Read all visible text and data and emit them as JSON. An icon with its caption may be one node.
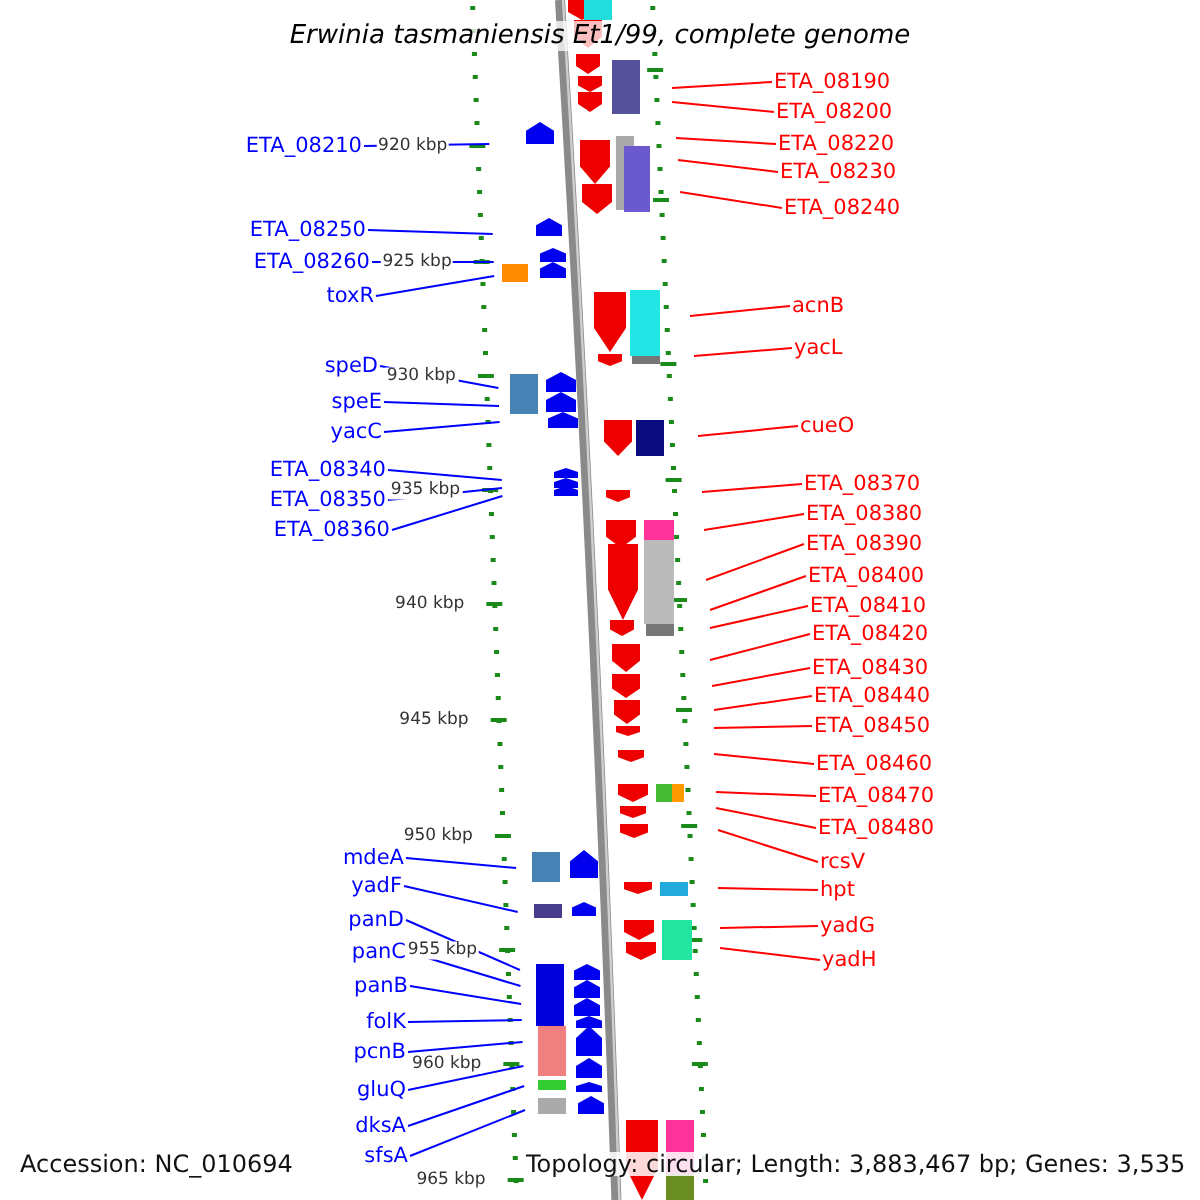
{
  "diagram": {
    "title": "Erwinia tasmaniensis Et1/99, complete genome",
    "nodes": [
      {
        "text": [
          "ETA_08210"
        ]
      },
      {
        "text": [
          "ETA_08250"
        ]
      },
      {
        "text": [
          "ETA_08260"
        ]
      },
      {
        "text": [
          "toxR"
        ]
      },
      {
        "text": [
          "speD"
        ]
      },
      {
        "text": [
          "speE"
        ]
      },
      {
        "text": [
          "yacC"
        ]
      },
      {
        "text": [
          "ETA_08340"
        ]
      },
      {
        "text": [
          "ETA_08350"
        ]
      },
      {
        "text": [
          "ETA_08360"
        ]
      },
      {
        "text": [
          "mdeA"
        ]
      },
      {
        "text": [
          "yadF"
        ]
      },
      {
        "text": [
          "panD"
        ]
      },
      {
        "text": [
          "panC"
        ]
      },
      {
        "text": [
          "panB"
        ]
      },
      {
        "text": [
          "folK"
        ]
      },
      {
        "text": [
          "pcnB"
        ]
      },
      {
        "text": [
          "gluQ"
        ]
      },
      {
        "text": [
          "dksA"
        ]
      },
      {
        "text": [
          "sfsA"
        ]
      },
      {
        "text": [
          "ETA_08190"
        ]
      },
      {
        "text": [
          "ETA_08200"
        ]
      },
      {
        "text": [
          "ETA_08220"
        ]
      },
      {
        "text": [
          "ETA_08230"
        ]
      },
      {
        "text": [
          "ETA_08240"
        ]
      },
      {
        "text": [
          "acnB"
        ]
      },
      {
        "text": [
          "yacL"
        ]
      },
      {
        "text": [
          "cueO"
        ]
      },
      {
        "text": [
          "ETA_08370"
        ]
      },
      {
        "text": [
          "ETA_08380"
        ]
      },
      {
        "text": [
          "ETA_08390"
        ]
      },
      {
        "text": [
          "ETA_08400"
        ]
      },
      {
        "text": [
          "ETA_08410"
        ]
      },
      {
        "text": [
          "ETA_08420"
        ]
      },
      {
        "text": [
          "ETA_08430"
        ]
      },
      {
        "text": [
          "ETA_08440"
        ]
      },
      {
        "text": [
          "ETA_08450"
        ]
      },
      {
        "text": [
          "ETA_08460"
        ]
      },
      {
        "text": [
          "ETA_08470"
        ]
      },
      {
        "text": [
          "ETA_08480"
        ]
      },
      {
        "text": [
          "rcsV"
        ]
      },
      {
        "text": [
          "hpt"
        ]
      },
      {
        "text": [
          "yadG"
        ]
      },
      {
        "text": [
          "yadH"
        ]
      }
    ],
    "edges": [
      {
        "from": 0,
        "to": null,
        "arrow": "none",
        "color": "#0000ff"
      },
      {
        "from": 1,
        "to": null,
        "arrow": "none",
        "color": "#0000ff"
      },
      {
        "from": 2,
        "to": null,
        "arrow": "none",
        "color": "#0000ff"
      },
      {
        "from": 3,
        "to": null,
        "arrow": "none",
        "color": "#0000ff"
      },
      {
        "from": 4,
        "to": null,
        "arrow": "none",
        "color": "#0000ff"
      },
      {
        "from": 5,
        "to": null,
        "arrow": "none",
        "color": "#0000ff"
      },
      {
        "from": 6,
        "to": null,
        "arrow": "none",
        "color": "#0000ff"
      },
      {
        "from": 7,
        "to": null,
        "arrow": "none",
        "color": "#0000ff"
      },
      {
        "from": 8,
        "to": null,
        "arrow": "none",
        "color": "#0000ff"
      },
      {
        "from": 9,
        "to": null,
        "arrow": "none",
        "color": "#0000ff"
      },
      {
        "from": 10,
        "to": null,
        "arrow": "none",
        "color": "#0000ff"
      },
      {
        "from": 11,
        "to": null,
        "arrow": "none",
        "color": "#0000ff"
      },
      {
        "from": 12,
        "to": null,
        "arrow": "none",
        "color": "#0000ff"
      },
      {
        "from": 13,
        "to": null,
        "arrow": "none",
        "color": "#0000ff"
      },
      {
        "from": 14,
        "to": null,
        "arrow": "none",
        "color": "#0000ff"
      },
      {
        "from": 15,
        "to": null,
        "arrow": "none",
        "color": "#0000ff"
      },
      {
        "from": 16,
        "to": null,
        "arrow": "none",
        "color": "#0000ff"
      },
      {
        "from": 17,
        "to": null,
        "arrow": "none",
        "color": "#0000ff"
      },
      {
        "from": 18,
        "to": null,
        "arrow": "none",
        "color": "#0000ff"
      },
      {
        "from": 19,
        "to": null,
        "arrow": "none",
        "color": "#0000ff"
      },
      {
        "from": 20,
        "to": null,
        "arrow": "none"
      },
      {
        "from": 21,
        "to": null,
        "arrow": "none"
      },
      {
        "from": 22,
        "to": null,
        "arrow": "none"
      },
      {
        "from": 23,
        "to": null,
        "arrow": "none"
      },
      {
        "from": 24,
        "to": null,
        "arrow": "none"
      },
      {
        "from": 25,
        "to": null,
        "arrow": "none"
      },
      {
        "from": 26,
        "to": null,
        "arrow": "none"
      },
      {
        "from": 27,
        "to": null,
        "arrow": "none"
      },
      {
        "from": 28,
        "to": null,
        "arrow": "none"
      },
      {
        "from": 29,
        "to": null,
        "arrow": "none"
      },
      {
        "from": 30,
        "to": null,
        "arrow": "none"
      },
      {
        "from": 31,
        "to": null,
        "arrow": "none"
      },
      {
        "from": 32,
        "to": null,
        "arrow": "none"
      },
      {
        "from": 33,
        "to": null,
        "arrow": "none"
      },
      {
        "from": 34,
        "to": null,
        "arrow": "none"
      },
      {
        "from": 35,
        "to": null,
        "arrow": "none"
      },
      {
        "from": 36,
        "to": null,
        "arrow": "none"
      },
      {
        "from": 37,
        "to": null,
        "arrow": "none"
      },
      {
        "from": 38,
        "to": null,
        "arrow": "none"
      },
      {
        "from": 39,
        "to": null,
        "arrow": "none"
      },
      {
        "from": 40,
        "to": null,
        "arrow": "none"
      },
      {
        "from": 41,
        "to": null,
        "arrow": "none"
      },
      {
        "from": 42,
        "to": null,
        "arrow": "none"
      },
      {
        "from": 43,
        "to": null,
        "arrow": "none"
      }
    ],
    "labels": [
      "920 kbp",
      "925 kbp",
      "930 kbp",
      "935 kbp",
      "940 kbp",
      "945 kbp",
      "950 kbp",
      "955 kbp",
      "960 kbp",
      "965 kbp",
      "Accession: NC_010694",
      "Topology: circular; Length: 3,883,467 bp; Genes: 3,535"
    ]
  }
}
